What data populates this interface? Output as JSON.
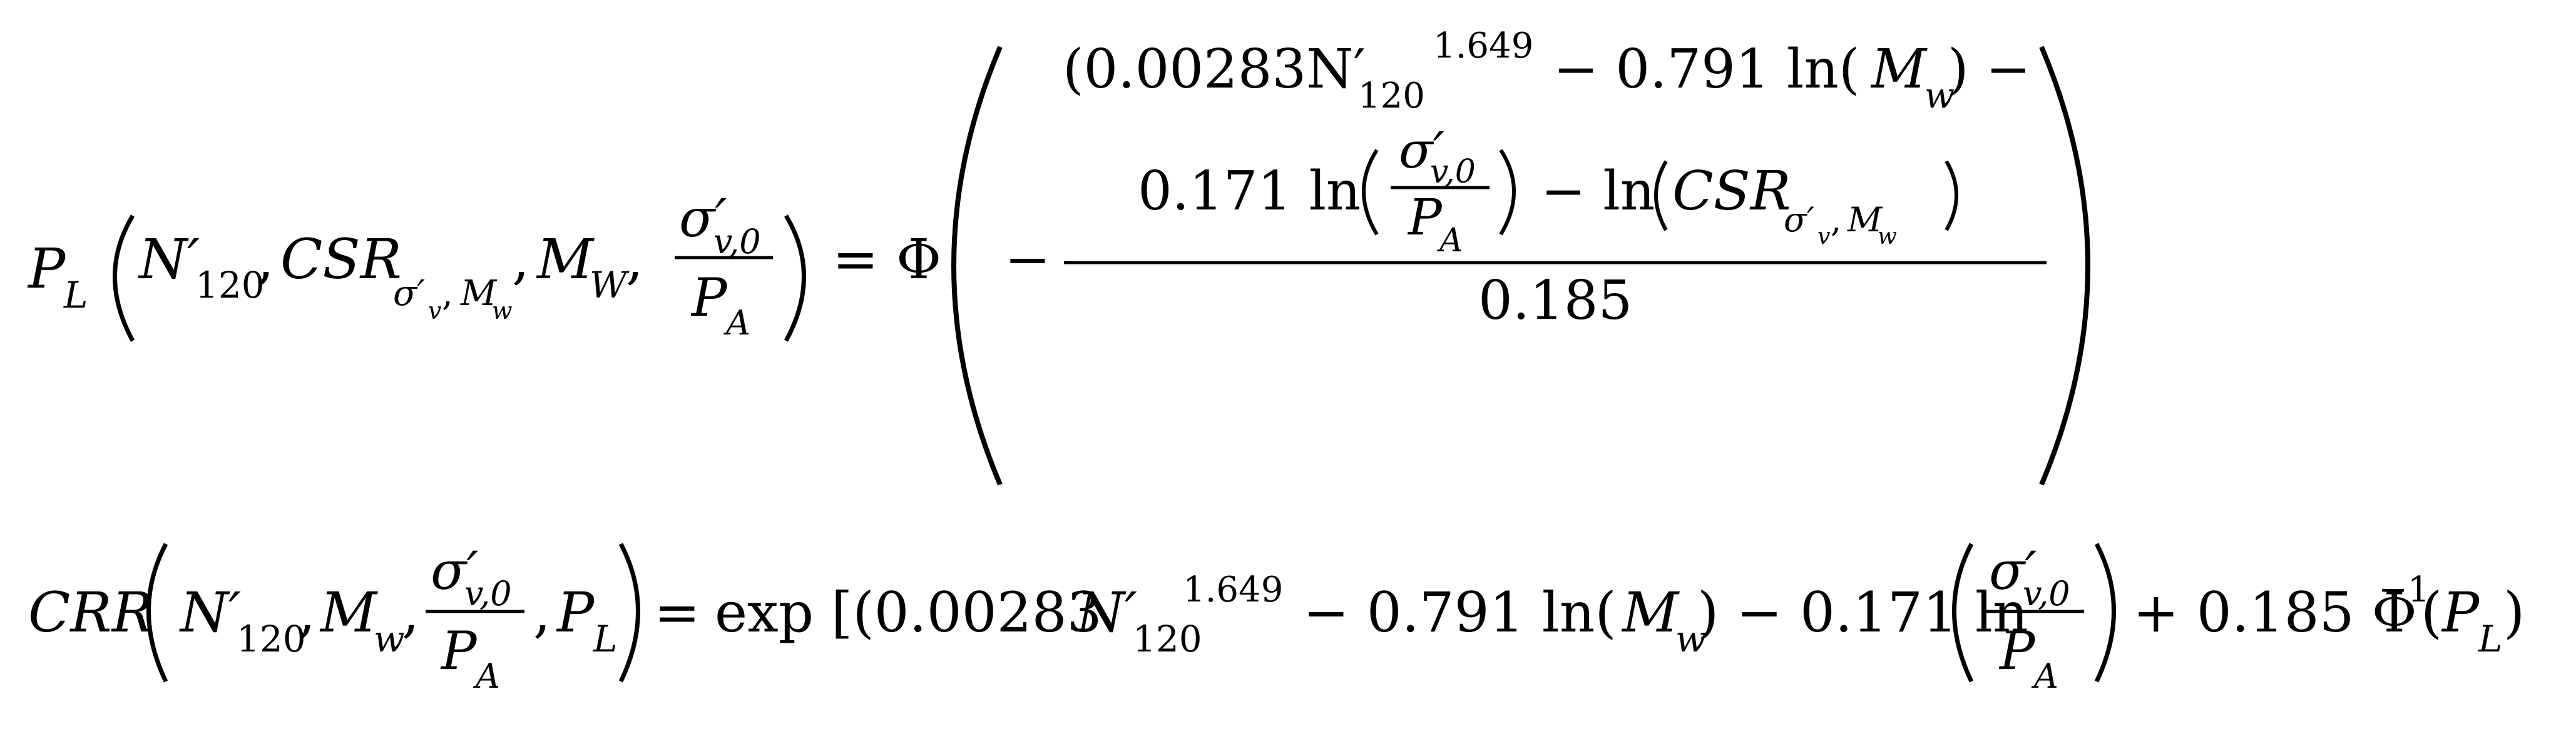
{
  "equation_1": {
    "lhs_fn": "P",
    "lhs_fn_sub": "L",
    "arg1": "N′",
    "arg1_sub": "120",
    "comma1": ",",
    "arg2": "CSR",
    "arg2_sub": "σ′",
    "arg2_sub_sub": "v",
    "arg2_sub_comma": ",",
    "arg2_sub_M": "M",
    "arg2_sub_M_sub": "w",
    "comma2": ",",
    "arg3": "M",
    "arg3_sub": "W",
    "comma3": ",",
    "frac_num": "σ′",
    "frac_num_sub": "v,0",
    "frac_den": "P",
    "frac_den_sub": "A",
    "equals": "=",
    "phi": "Φ",
    "minus": "−",
    "line1_a": "(0.00283N′",
    "line1_sub": "120",
    "line1_sup": "1.649",
    "line1_b": "− 0.791 ln(",
    "line1_M": "M",
    "line1_M_sub": "w",
    "line1_c": ") −",
    "line2_a": "0.171 ln",
    "line2_frac_num": "σ′",
    "line2_frac_num_sub": "v,0",
    "line2_frac_den": "P",
    "line2_frac_den_sub": "A",
    "line2_b": "− ln",
    "line2_csr": "CSR",
    "line2_sub": "σ′",
    "line2_sub_sub": "v",
    "line2_sub_comma": ",",
    "line2_sub_M": "M",
    "line2_sub_M_sub": "w",
    "denominator": "0.185"
  },
  "equation_2": {
    "lhs": "CRR",
    "arg1": "N′",
    "arg1_sub": "120",
    "comma1": ",",
    "arg2": "M",
    "arg2_sub": "w",
    "comma2": ",",
    "frac_num": "σ′",
    "frac_num_sub": "v,0",
    "frac_den": "P",
    "frac_den_sub": "A",
    "comma3": ",",
    "arg4": "P",
    "arg4_sub": "L",
    "equals": "=",
    "exp": "exp [(0.00283",
    "n_term": "N′",
    "n_sub": "120",
    "n_sup": "1.649",
    "ln_term": "− 0.791 ln(",
    "m_term": "M",
    "m_sub": "w",
    "after_m": ") − 0.171 ln",
    "frac2_num": "σ′",
    "frac2_num_sub": "v,0",
    "frac2_den": "P",
    "frac2_den_sub": "A",
    "plus": "+ 0.185 Φ",
    "inv_sup": "−1",
    "open_paren": "(",
    "p_term": "P",
    "p_sub": "L",
    "close_paren": ")"
  }
}
